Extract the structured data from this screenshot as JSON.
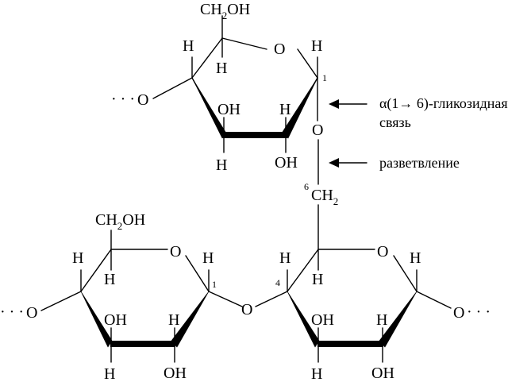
{
  "labels": {
    "h": "H",
    "o": "O",
    "oh": "OH",
    "ch2oh_main": "CH",
    "ch2oh_sub": "2",
    "ch2oh_tail": "OH",
    "ch2_main": "CH",
    "ch2_sub": "2",
    "dots": "· · ·",
    "pos1": "1",
    "pos4": "4",
    "pos6": "6"
  },
  "annotations": {
    "glycosidic_line1": "α(1→ 6)-гликозидная",
    "glycosidic_line2": "связь",
    "branching": "разветвление"
  }
}
